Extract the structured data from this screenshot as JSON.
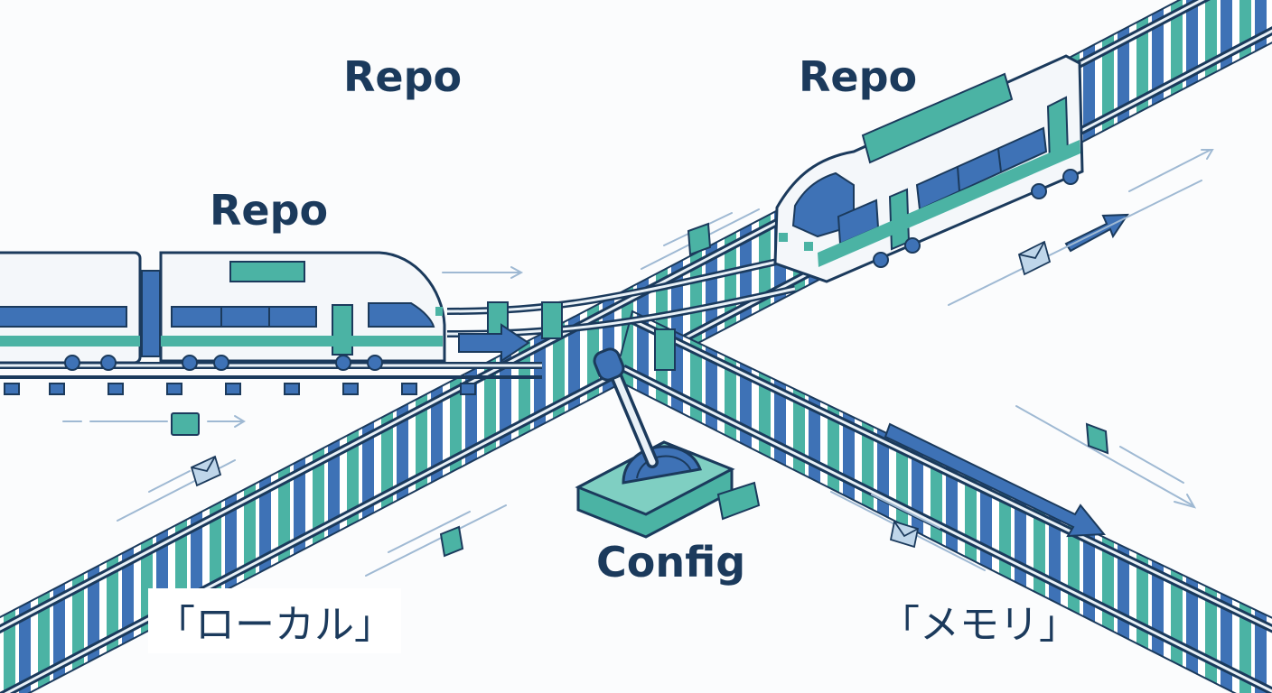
{
  "labels": {
    "repo_top_left": "Repo",
    "repo_top_right": "Repo",
    "repo_mid_left": "Repo",
    "config": "Config",
    "local": "「ローカル」",
    "memory": "「メモリ」"
  },
  "colors": {
    "navy": "#1b3a5c",
    "blue": "#3e72b6",
    "teal": "#4bb3a4",
    "light": "#e9f1f7",
    "train_body": "#f4f7fa"
  },
  "icons": [
    "envelope-icon",
    "packet-icon",
    "arrow-icon",
    "lever-switch-icon"
  ]
}
